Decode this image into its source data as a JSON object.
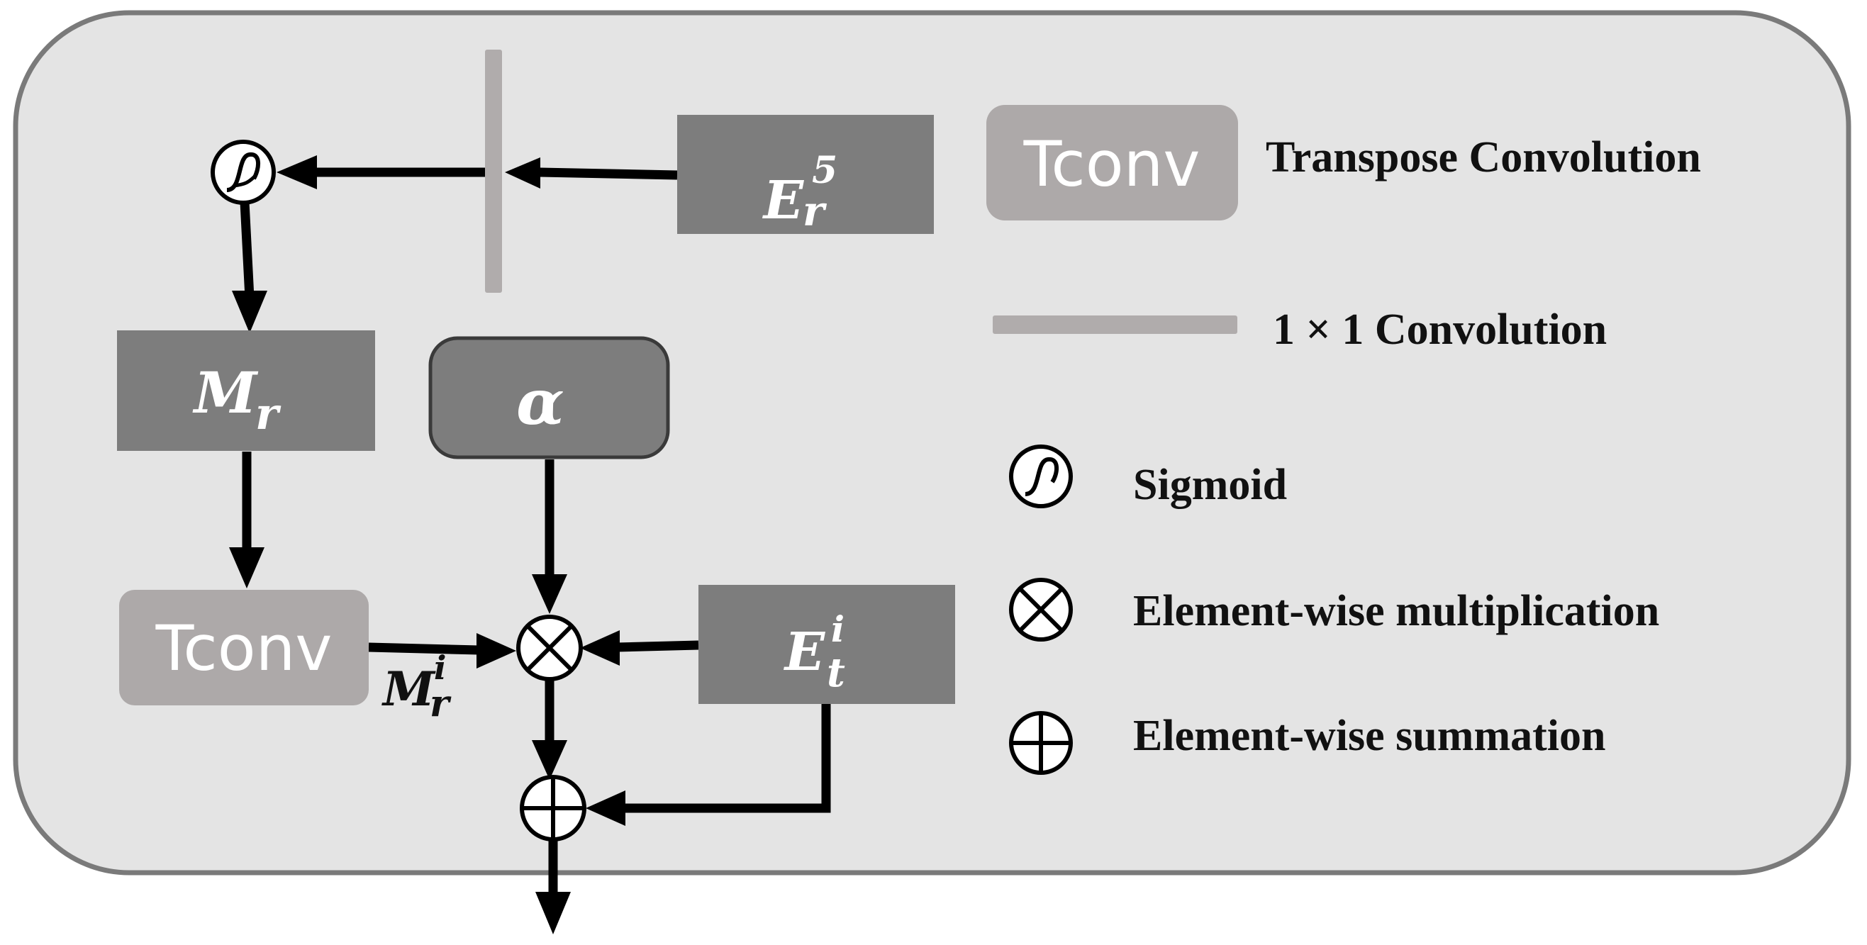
{
  "blocks": {
    "er5": {
      "base": "E",
      "sub": "r",
      "sup": "5"
    },
    "mr": {
      "base": "M",
      "sub": "r"
    },
    "alpha": {
      "text": "α"
    },
    "tconv": {
      "text": "Tconv"
    },
    "eti": {
      "base": "E",
      "sub": "t",
      "sup": "i"
    }
  },
  "labels": {
    "mri": {
      "base": "M",
      "sub": "r",
      "sup": "i"
    }
  },
  "legend": {
    "tconv_symbol": "Tconv",
    "items": [
      {
        "label": "Transpose Convolution"
      },
      {
        "label": "1 × 1 Convolution"
      },
      {
        "label": "Sigmoid"
      },
      {
        "label": "Element-wise multiplication"
      },
      {
        "label": "Element-wise summation"
      }
    ]
  },
  "colors": {
    "panel_bg": "#e4e4e4",
    "panel_border": "#7a7a7a",
    "dark_block": "#7d7d7d",
    "tconv_block": "#ada9a9",
    "conv_bar": "#b0acac",
    "arrow": "#000000"
  }
}
